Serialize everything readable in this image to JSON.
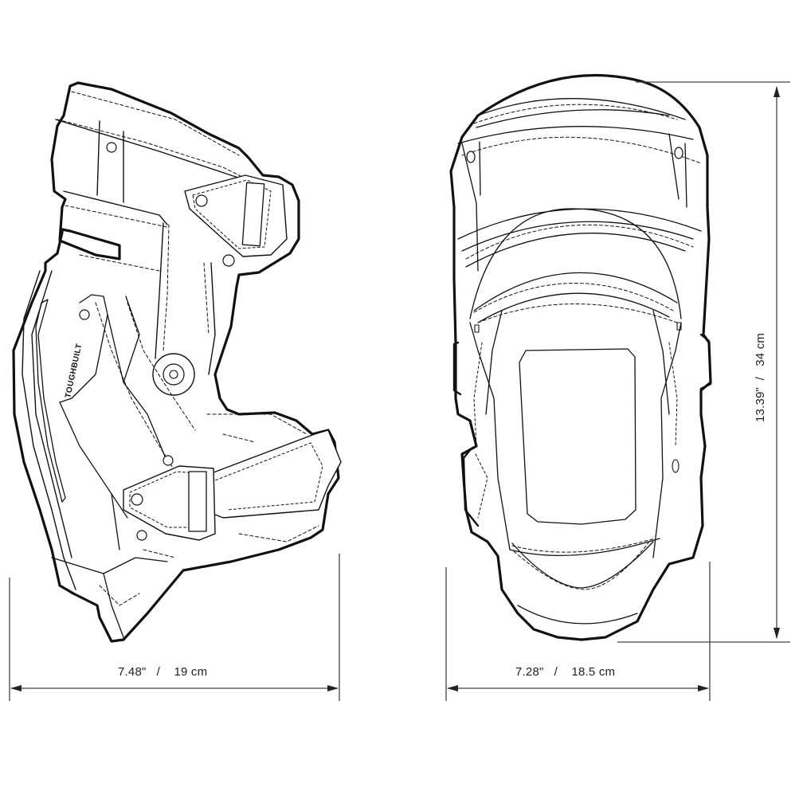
{
  "diagram": {
    "subject": "knee pad technical line drawing",
    "views": [
      {
        "name": "side view",
        "brand_text": "TOUGHBUILT"
      },
      {
        "name": "front view"
      }
    ]
  },
  "dimensions": {
    "side_width": {
      "label": "7.48\"   /    19 cm",
      "inches": "7.48\"",
      "cm": "19 cm"
    },
    "front_width": {
      "label": "7.28\"   /    18.5 cm",
      "inches": "7.28\"",
      "cm": "18.5 cm"
    },
    "height": {
      "label": "13.39\"  /   34 cm",
      "inches": "13.39\"",
      "cm": "34 cm"
    }
  },
  "colors": {
    "outline": "#111111",
    "detail_line": "#333333",
    "dimension_line": "#555555",
    "fill": "#ffffff"
  }
}
